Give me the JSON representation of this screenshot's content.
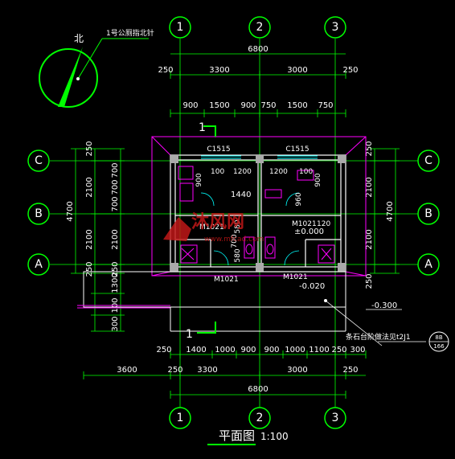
{
  "drawing": {
    "title": "平面图",
    "scale": "1:100",
    "north_label": "北",
    "north_note": "1号公厕指北针",
    "watermark_text": "沐风网",
    "watermark_url": "www.mfcad.com"
  },
  "axes": {
    "vertical": [
      "1",
      "2",
      "3"
    ],
    "horizontal": [
      "C",
      "B",
      "A"
    ]
  },
  "dims": {
    "top_total": "6800",
    "top_bays": [
      "250",
      "3300",
      "3000",
      "250"
    ],
    "top_detail": [
      "900",
      "1500",
      "900",
      "750",
      "1500",
      "750"
    ],
    "bottom_detail": [
      "250",
      "1400",
      "1000",
      "900",
      "900",
      "1000",
      "1100",
      "250",
      "300"
    ],
    "bottom_bays": [
      "3600",
      "250",
      "3300",
      "3000",
      "250"
    ],
    "bottom_total": "6800",
    "left_total": "4700",
    "left_bays": [
      "250",
      "2100",
      "2100",
      "250"
    ],
    "left_inner": [
      "700",
      "700",
      "700",
      "2100",
      "250"
    ],
    "left_ramp": [
      "1300",
      "100",
      "300"
    ],
    "right_total": "4700",
    "right_bays": [
      "250",
      "2100",
      "2100",
      "250"
    ]
  },
  "labels": {
    "window_left": "C1515",
    "window_right": "C1515",
    "door_1": "M1021",
    "door_2": "M1021",
    "door_3": "M1021",
    "door_4": "M1021",
    "inner_dims": [
      "100",
      "1200",
      "1200",
      "100",
      "900",
      "900",
      "1440",
      "960",
      "120",
      "580",
      "700",
      "580"
    ],
    "level_floor": "±0.000",
    "level_step": "-0.020",
    "level_ground": "-0.300",
    "section_mark_top": "1",
    "section_mark_bottom": "1",
    "step_note": "条石台阶做法见t2J1",
    "detail_ref_top": "8B",
    "detail_ref_bottom": "166"
  },
  "colors": {
    "background": "#000000",
    "dimension": "#00ff00",
    "text": "#ffffff",
    "wall": "#ffffff",
    "fixture": "#ff00ff",
    "annotation": "#ffff00",
    "window": "#00ffff",
    "watermark": "#c01818"
  }
}
